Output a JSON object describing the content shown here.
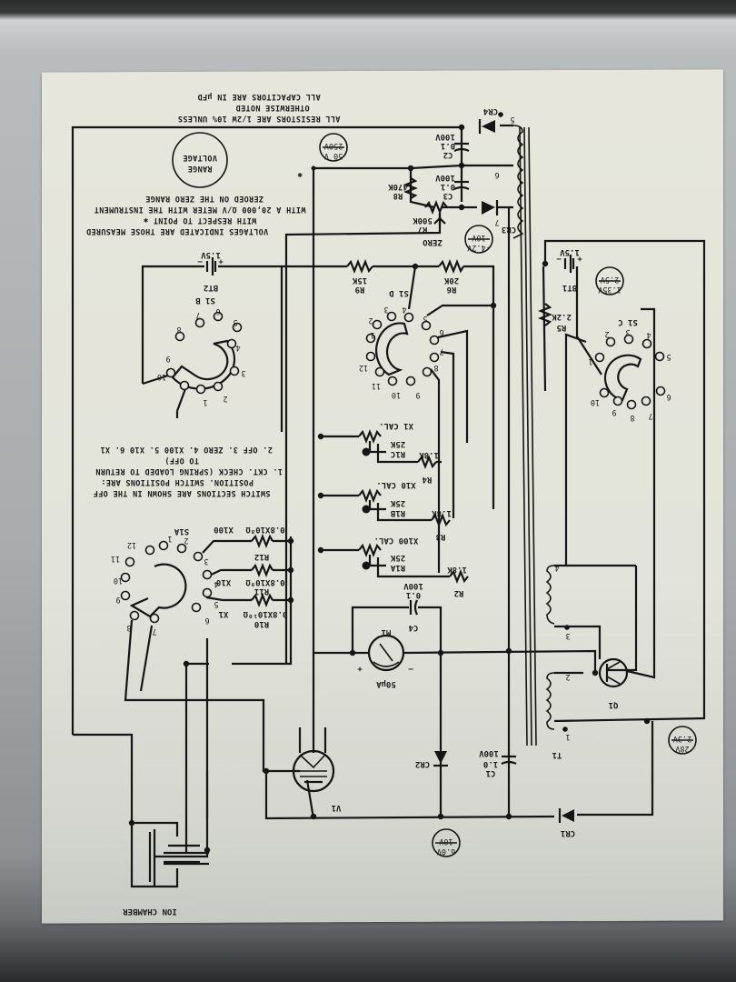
{
  "diagram": {
    "title_notes": [
      "ALL RESISTORS ARE 1/2W  10% UNLESS",
      "OTHERWISE NOTED",
      "ALL CAPACITORS ARE IN µFD"
    ],
    "voltage_note": [
      "VOLTAGES INDICATED ARE THOSE MEASURED",
      "WITH RESPECT TO POINT ✱",
      "WITH A 20,000 Ω/V METER WITH THE INSTRUMENT",
      "ZEROED ON THE ZERO RANGE"
    ],
    "voltage_range_legend": [
      "VOLTAGE",
      "RANGE"
    ],
    "switch_note": [
      "SWITCH SECTIONS ARE SHOWN IN THE OFF",
      "POSITION.  SWITCH POSITIONS ARE:",
      "1. CKT. CHECK (SPRING LOADED TO RETURN",
      "   TO OFF)",
      "2. OFF    3. ZERO    4. X100    5. X10    6. X1"
    ],
    "point_marker": "✱",
    "test_points": [
      {
        "id": "tp-hv",
        "top": "50 V",
        "bottom": "250V"
      },
      {
        "id": "tp-neg",
        "top": "-4.2V",
        "bottom": "10V"
      },
      {
        "id": "tp-bt1",
        "top": "1.35V",
        "bottom": "2.5V"
      },
      {
        "id": "tp-28",
        "top": "28V",
        "bottom": "2.3V"
      },
      {
        "id": "tp-6",
        "top": "6.0V",
        "bottom": "10V"
      }
    ],
    "components": {
      "CR4": {
        "label": "CR4"
      },
      "CR3": {
        "label": "CR3"
      },
      "CR2": {
        "label": "CR2"
      },
      "CR1": {
        "label": "CR1"
      },
      "C2": {
        "label": "C2",
        "value": "0.1",
        "rating": "100V"
      },
      "C3": {
        "label": "C3",
        "value": "0.1",
        "rating": "100V"
      },
      "C4": {
        "label": "C4",
        "value": "0.1",
        "rating": "100V"
      },
      "C1": {
        "label": "C1",
        "value": "1.0",
        "rating": "100V"
      },
      "R8": {
        "label": "R8",
        "value": "470K"
      },
      "R7": {
        "label": "R7",
        "value": "500K",
        "name": "ZERO"
      },
      "R9": {
        "label": "R9",
        "value": "15K"
      },
      "R6": {
        "label": "R6",
        "value": "20K"
      },
      "R5": {
        "label": "R5",
        "value": "2.2K"
      },
      "BT1": {
        "label": "BT1",
        "value": "1.5V"
      },
      "BT2": {
        "label": "BT2",
        "value": "1.5V"
      },
      "R1C": {
        "label": "R1C",
        "value": "25K",
        "cal": "X1 CAL."
      },
      "R1B": {
        "label": "R1B",
        "value": "25K",
        "cal": "X10 CAL."
      },
      "R1A": {
        "label": "R1A",
        "value": "25K",
        "cal": "X100 CAL."
      },
      "R4": {
        "label": "R4",
        "value": "1.8K"
      },
      "R3": {
        "label": "R3",
        "value": "1.8K"
      },
      "R2": {
        "label": "R2",
        "value": "1.8K"
      },
      "R12": {
        "label": "R12",
        "value": "0.8X10⁸Ω",
        "range": "X100"
      },
      "R11": {
        "label": "R11",
        "value": "0.8X10⁹Ω",
        "range": "X10"
      },
      "R10": {
        "label": "R10",
        "value": "0.8X10¹⁰Ω",
        "range": "X1"
      },
      "M1": {
        "label": "M1",
        "value": "50µA",
        "plus": "+",
        "minus": "−"
      },
      "Q1": {
        "label": "Q1"
      },
      "T1": {
        "label": "T1",
        "pins": [
          "1",
          "2",
          "3",
          "4",
          "5",
          "6",
          "7"
        ]
      },
      "V1": {
        "label": "V1"
      },
      "ION": {
        "label": "ION CHAMBER"
      }
    },
    "switches": {
      "S1A": {
        "label": "S1A",
        "pins": [
          "1",
          "2",
          "3",
          "4",
          "5",
          "6",
          "7",
          "8",
          "9",
          "10",
          "11",
          "12"
        ]
      },
      "S1B": {
        "label": "S1 B",
        "pins": [
          "1",
          "2",
          "3",
          "4",
          "5",
          "6",
          "7",
          "8",
          "9",
          "10"
        ]
      },
      "S1C": {
        "label": "S1 C",
        "pins": [
          "1",
          "2",
          "3",
          "4",
          "5",
          "6",
          "7",
          "8",
          "9",
          "10"
        ]
      },
      "S1D": {
        "label": "S1 D",
        "pins": [
          "1",
          "2",
          "3",
          "4",
          "5",
          "6",
          "7",
          "8",
          "9",
          "10",
          "11",
          "12"
        ]
      }
    },
    "battery_polarity": {
      "plus": "+",
      "minus": "−"
    }
  }
}
